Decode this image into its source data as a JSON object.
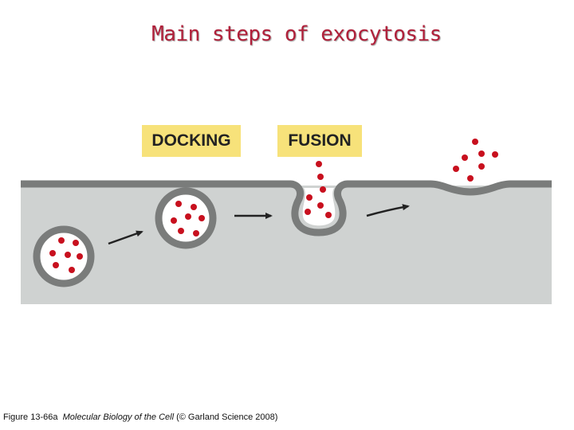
{
  "title": "Main steps of exocytosis",
  "labels": {
    "docking": "DOCKING",
    "fusion": "FUSION"
  },
  "caption": {
    "figure": "Figure 13-66a",
    "book": "Molecular Biology of the Cell",
    "credit": "(© Garland Science 2008)"
  },
  "colors": {
    "title": "#b0203a",
    "label_bg": "#f7e27a",
    "cytosol": "#cfd2d1",
    "membrane": "#7a7c7b",
    "cargo": "#c8101e"
  }
}
